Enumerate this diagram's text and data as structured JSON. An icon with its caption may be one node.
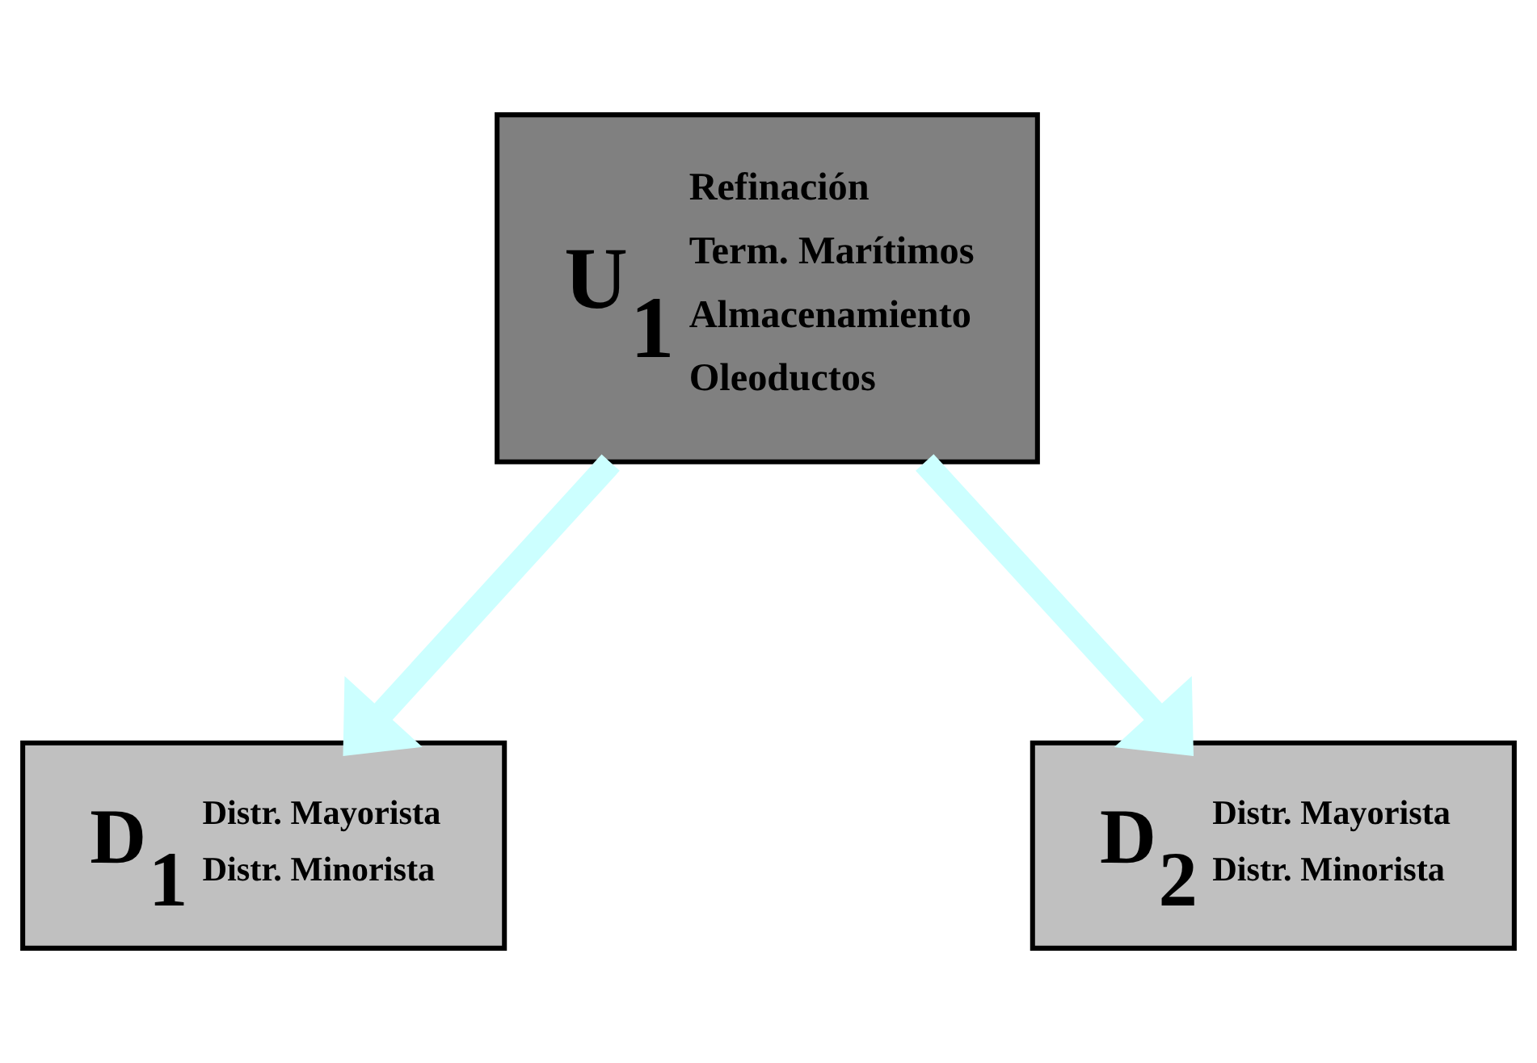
{
  "diagram": {
    "nodes": [
      {
        "text": [
          "U$_{1}$",
          "Refinación",
          "Term. Marítimos",
          "Almacenamiento",
          "Oleoductos"
        ]
      },
      {
        "text": [
          "D$_{1}$",
          "Distr. Mayorista",
          "Distr. Minorista"
        ]
      },
      {
        "text": [
          "D$_{2}$",
          "Distr. Mayorista",
          "Distr. Minorista"
        ]
      }
    ],
    "edges": [
      {
        "from": 0,
        "to": 1,
        "arrow": "to",
        "color": "#ccffff"
      },
      {
        "from": 0,
        "to": 2,
        "arrow": "to",
        "color": "#ccffff"
      }
    ]
  }
}
